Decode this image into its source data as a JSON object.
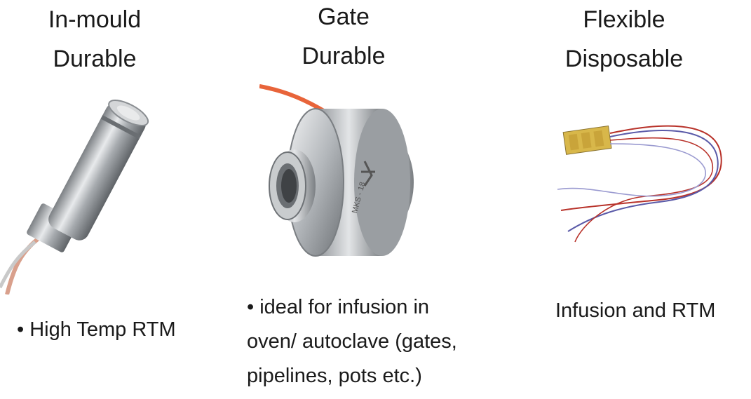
{
  "columns": [
    {
      "heading_line1": "In-mould",
      "heading_line2": "Durable",
      "description": "• High Temp RTM",
      "image_icon": "cylindrical-sensor-probe-icon"
    },
    {
      "heading_line1": "Gate",
      "heading_line2": "Durable",
      "description_lines": [
        "• ideal for infusion in",
        "oven/ autoclave (gates,",
        "pipelines, pots etc.)"
      ],
      "image_icon": "gate-sensor-ring-icon",
      "sensor_engraving": "MKS - 18"
    },
    {
      "heading_line1": "Flexible",
      "heading_line2": "Disposable",
      "description": "Infusion and RTM",
      "image_icon": "flexible-sensor-with-wires-icon"
    }
  ],
  "colors": {
    "text": "#1a1a1a",
    "steel": "#b9bcbf",
    "sensor_pad": "#d8b74a",
    "wire_red": "#b8322a",
    "wire_blue": "#5a5aa8",
    "orange_cable": "#e8643a"
  }
}
